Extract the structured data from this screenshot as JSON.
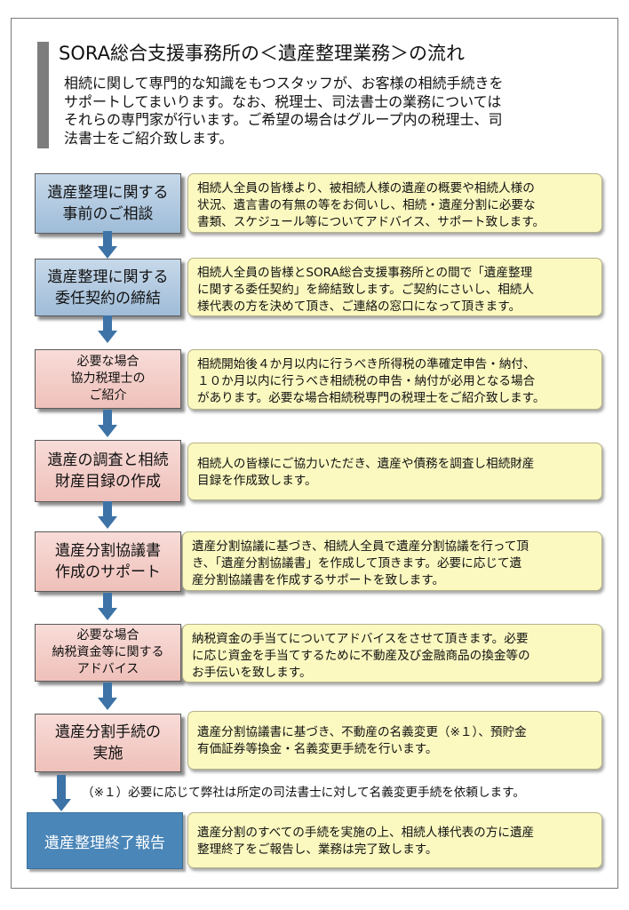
{
  "title": "SORA総合支援事務所の＜遺産整理業務＞の流れ",
  "intro_lines": [
    "相続に関して専門的な知識をもつスタッフが、お客様の相続手続きを",
    "サポートしてまいります。なお、税理士、司法書士の業務については",
    "それらの専門家が行います。ご希望の場合はグループ内の税理士、司",
    "法書士をご紹介致します。"
  ],
  "steps": [
    {
      "label_lines": [
        "遺産整理に関する",
        "事前のご相談"
      ],
      "desc_lines": [
        "相続人全員の皆様より、被相続人様の遺産の概要や相続人様の",
        "状況、遺言書の有無の等をお伺いし、相続・遺産分割に必要な",
        "書類、スケジュール等についてアドバイス、サポート致します。"
      ]
    },
    {
      "label_lines": [
        "遺産整理に関する",
        "委任契約の締結"
      ],
      "desc_lines": [
        "相続人全員の皆様とSORA総合支援事務所との間で「遺産整理",
        "に関する委任契約」を締結致します。ご契約にさいし、相続人",
        "様代表の方を決めて頂き、ご連絡の窓口になって頂きます。"
      ]
    },
    {
      "label_lines": [
        "必要な場合",
        "協力税理士の",
        "ご紹介"
      ],
      "desc_lines": [
        "相続開始後４か月以内に行うべき所得税の準確定申告・納付、",
        "１０か月以内に行うべき相続税の申告・納付が必用となる場合",
        "があります。必要な場合相続税専門の税理士をご紹介致します。"
      ]
    },
    {
      "label_lines": [
        "遺産の調査と相続",
        "財産目録の作成"
      ],
      "desc_lines": [
        "相続人の皆様にご協力いただき、遺産や債務を調査し相続財産",
        "目録を作成致します。"
      ]
    },
    {
      "label_lines": [
        "遺産分割協議書",
        "作成のサポート"
      ],
      "desc_lines": [
        "遺産分割協議に基づき、相続人全員で遺産分割協議を行って頂",
        "き、「遺産分割協議書」を作成して頂きます。必要に応じて遺",
        "産分割協議書を作成するサポートを致します。"
      ]
    },
    {
      "label_lines": [
        "必要な場合",
        "納税資金等に関する",
        "アドバイス"
      ],
      "desc_lines": [
        "納税資金の手当てについてアドバイスをさせて頂きます。必要",
        "に応じ資金を手当てするために不動産及び金融商品の換金等の",
        "お手伝いを致します。"
      ]
    },
    {
      "label_lines": [
        "遺産分割手続の",
        "実施"
      ],
      "desc_lines": [
        "遺産分割協議書に基づき、不動産の名義変更（※１）、預貯金",
        "有価証券等換金・名義変更手続を行います。"
      ]
    },
    {
      "label_lines": [
        "遺産整理終了報告"
      ],
      "desc_lines": [
        "遺産分割のすべての手続を実施の上、相続人様代表の方に遺産",
        "整理終了をご報告し、業務は完了致します。"
      ]
    }
  ],
  "note": "（※１）必要に応じて弊社は所定の司法書士に対して名義変更手続を依頼します。",
  "colors": {
    "step_blue": "#aec8e0",
    "step_pink": "#f3cdc8",
    "step_final": "#4a86b8",
    "desc_bg": "#fbf9c0",
    "arrow": "#3d73a6",
    "header_bar": "#7d7d7d"
  }
}
